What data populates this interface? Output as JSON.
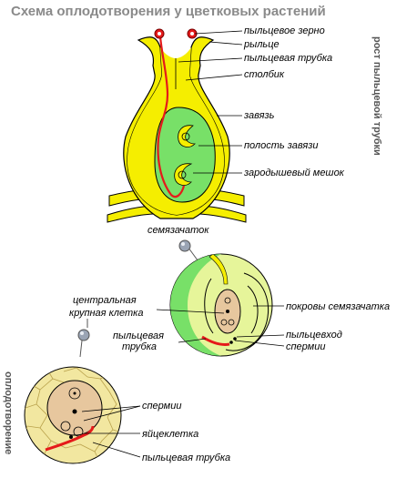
{
  "title": "Схема оплодотворения у цветковых растений",
  "side_caption_right": "рост пыльцевой трубки",
  "side_caption_left": "оплодотворение",
  "labels": {
    "pollen_grain": "пыльцевое зерно",
    "stigma": "рыльце",
    "pollen_tube_top": "пыльцевая трубка",
    "style": "столбик",
    "ovary": "завязь",
    "ovary_cavity": "полость завязи",
    "embryo_sac_top": "зародышевый мешок",
    "ovule": "семязачаток",
    "central_cell_1": "центральная",
    "central_cell_2": "крупная клетка",
    "integuments": "покровы семязачатка",
    "pollen_tube_mid_1": "пыльцевая",
    "pollen_tube_mid_2": "трубка",
    "micropyle": "пыльцевход",
    "sperm_mid": "спермии",
    "sperm_bottom": "спермии",
    "egg_cell": "яйцеклетка",
    "pollen_tube_bottom": "пыльцевая трубка"
  },
  "colors": {
    "pistil": "#f5ee00",
    "ovary_cavity": "#78e068",
    "pollen_tube": "#e51a1a",
    "ovule_outer": "#e6f59a",
    "nucellus": "#e7c79e",
    "mosaic": "#f2e7a0",
    "lens": "#9aa4b4"
  }
}
